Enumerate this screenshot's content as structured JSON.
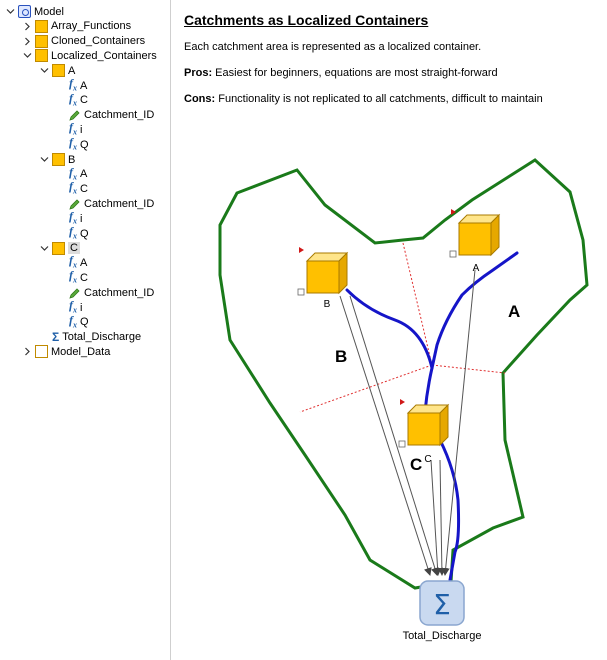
{
  "tree": {
    "items": [
      {
        "label": "Model",
        "icon": "model-icon",
        "level": 0,
        "twisty": "expanded"
      },
      {
        "label": "Array_Functions",
        "icon": "folder-icon",
        "level": 1,
        "twisty": "collapsed"
      },
      {
        "label": "Cloned_Containers",
        "icon": "folder-icon",
        "level": 1,
        "twisty": "collapsed"
      },
      {
        "label": "Localized_Containers",
        "icon": "folder-icon",
        "level": 1,
        "twisty": "expanded"
      },
      {
        "label": "A",
        "icon": "folder-icon",
        "level": 2,
        "twisty": "expanded"
      },
      {
        "label": "A",
        "icon": "function-icon",
        "level": 3
      },
      {
        "label": "C",
        "icon": "function-icon",
        "level": 3
      },
      {
        "label": "Catchment_ID",
        "icon": "data-pen-icon",
        "level": 3
      },
      {
        "label": "i",
        "icon": "function-icon",
        "level": 3
      },
      {
        "label": "Q",
        "icon": "function-icon",
        "level": 3
      },
      {
        "label": "B",
        "icon": "folder-icon",
        "level": 2,
        "twisty": "expanded"
      },
      {
        "label": "A",
        "icon": "function-icon",
        "level": 3
      },
      {
        "label": "C",
        "icon": "function-icon",
        "level": 3
      },
      {
        "label": "Catchment_ID",
        "icon": "data-pen-icon",
        "level": 3
      },
      {
        "label": "i",
        "icon": "function-icon",
        "level": 3
      },
      {
        "label": "Q",
        "icon": "function-icon",
        "level": 3
      },
      {
        "label": "C",
        "icon": "folder-icon",
        "level": 2,
        "twisty": "expanded",
        "selected": true
      },
      {
        "label": "A",
        "icon": "function-icon",
        "level": 3
      },
      {
        "label": "C",
        "icon": "function-icon",
        "level": 3
      },
      {
        "label": "Catchment_ID",
        "icon": "data-pen-icon",
        "level": 3
      },
      {
        "label": "i",
        "icon": "function-icon",
        "level": 3
      },
      {
        "label": "Q",
        "icon": "function-icon",
        "level": 3
      },
      {
        "label": "Total_Discharge",
        "icon": "sum-icon",
        "level": 2
      },
      {
        "label": "Model_Data",
        "icon": "folder-empty-icon",
        "level": 1,
        "twisty": "collapsed"
      }
    ]
  },
  "content": {
    "title": "Catchments as Localized Containers",
    "description": "Each catchment area is represented as a localized container.",
    "pros_label": "Pros:",
    "pros_text": " Easiest for beginners, equations are most straight-forward",
    "cons_label": "Cons:",
    "cons_text": " Functionality is not replicated to all catchments, difficult to maintain"
  },
  "diagram": {
    "cubes": [
      {
        "label": "A"
      },
      {
        "label": "B"
      },
      {
        "label": "C"
      }
    ],
    "zone_labels": [
      "A",
      "B",
      "C"
    ],
    "sum_element": {
      "label": "Total_Discharge",
      "symbol": "Σ"
    },
    "colors": {
      "boundary": "#1a7a1a",
      "river": "#1515c8",
      "divide": "#e03030",
      "cube": "#ffc000",
      "sum_fill": "#c9d9f0"
    }
  }
}
